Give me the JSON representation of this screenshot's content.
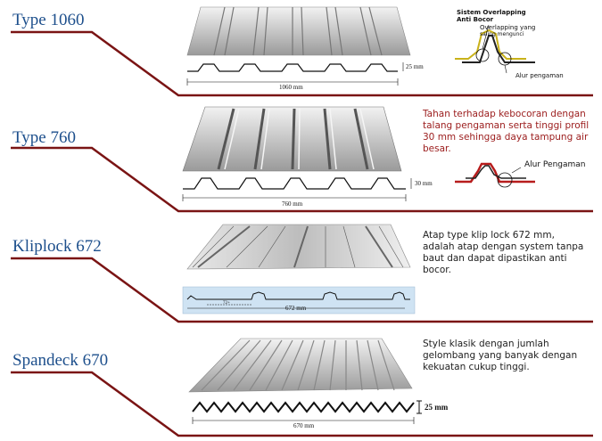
{
  "types": [
    {
      "name": "Type 1060",
      "dim_width": "1060 mm",
      "dim_height": "25 mm"
    },
    {
      "name": "Type 760",
      "dim_width": "760 mm",
      "dim_height": "30 mm"
    },
    {
      "name": "Kliplock 672",
      "dim_width": "672 mm",
      "dim_inner": "72+"
    },
    {
      "name": "Spandeck 670",
      "dim_width": "670 mm",
      "dim_height": "25 mm"
    }
  ],
  "overlap": {
    "title_line1": "Sistem Overlapping",
    "title_line2": "Anti Bocor",
    "label1_line1": "Overlapping yang",
    "label1_line2": "saling mengunci",
    "label2": "Alur pengaman"
  },
  "type760_desc": [
    "Tahan terhadap kebocoran dengan",
    "talang pengaman serta tinggi profil",
    "30 mm sehingga daya tampung air",
    "besar."
  ],
  "alur_pengaman": "Alur Pengaman",
  "kliplock_desc": [
    "Atap type klip lock 672 mm,",
    "adalah atap dengan system tanpa",
    "baut dan dapat dipastikan anti",
    "bocor."
  ],
  "spandeck_desc": [
    "Style klasik dengan jumlah",
    "gelombang yang banyak dengan",
    "kekuatan cukup tinggi."
  ]
}
